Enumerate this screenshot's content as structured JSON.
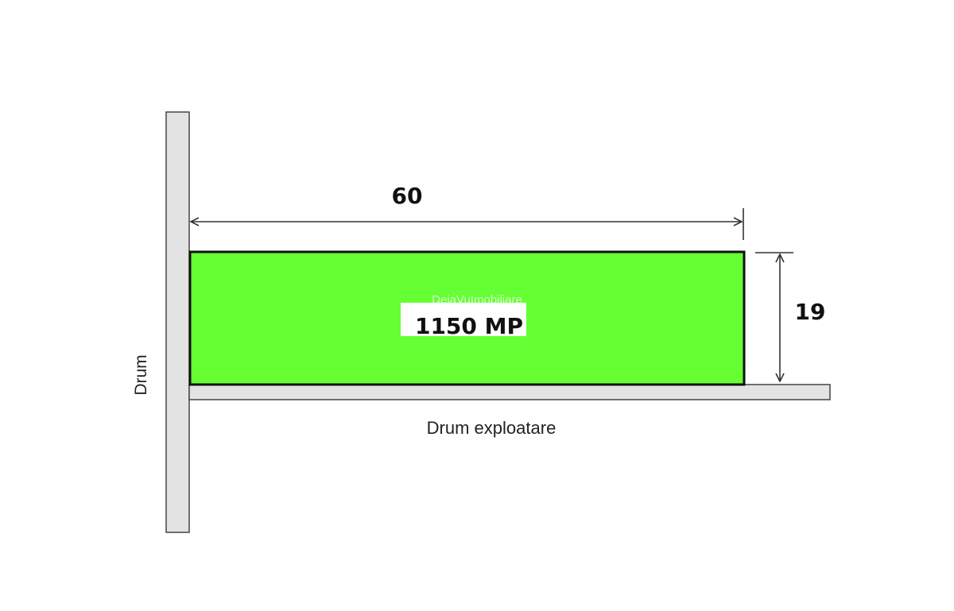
{
  "diagram": {
    "road_vertical_label": "Drum",
    "road_horizontal_label": "Drum exploatare",
    "width_label": "60",
    "height_label": "19",
    "area_label": "1150 MP",
    "watermark": "DejaVuImobiliare"
  },
  "colors": {
    "plot_fill": "#66ff33",
    "road_fill": "#e3e3e3",
    "outline": "#111111",
    "dimension_line": "#333333"
  }
}
